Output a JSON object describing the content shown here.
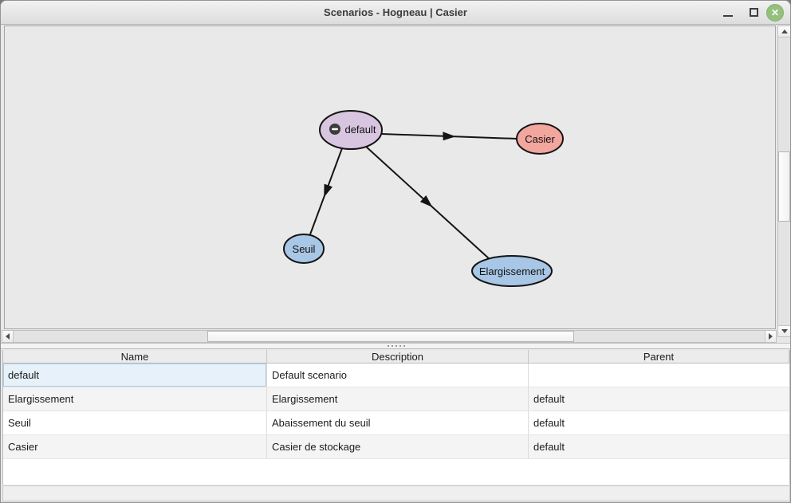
{
  "window": {
    "title": "Scenarios - Hogneau | Casier",
    "controls": {
      "minimize_icon": "minimize-icon",
      "maximize_icon": "maximize-icon",
      "close_icon": "close-icon",
      "close_color": "#93c07d"
    }
  },
  "graph": {
    "background": "#e9e9e9",
    "nodes": [
      {
        "id": "default",
        "label": "default",
        "color": "#d8c5e0",
        "icon": "collapse-minus-icon"
      },
      {
        "id": "casier",
        "label": "Casier",
        "color": "#f2a69e"
      },
      {
        "id": "seuil",
        "label": "Seuil",
        "color": "#a8c6e5"
      },
      {
        "id": "elargissement",
        "label": "Elargissement",
        "color": "#a8c6e5"
      }
    ],
    "edges": [
      {
        "from": "default",
        "to": "casier"
      },
      {
        "from": "default",
        "to": "seuil"
      },
      {
        "from": "default",
        "to": "elargissement"
      }
    ]
  },
  "table": {
    "columns": [
      "Name",
      "Description",
      "Parent"
    ],
    "selection_color": "#e6f1f9",
    "rows": [
      {
        "name": "default",
        "description": "Default scenario",
        "parent": "",
        "selected": true
      },
      {
        "name": "Elargissement",
        "description": "Elargissement",
        "parent": "default",
        "selected": false
      },
      {
        "name": "Seuil",
        "description": "Abaissement du seuil",
        "parent": "default",
        "selected": false
      },
      {
        "name": "Casier",
        "description": "Casier de stockage",
        "parent": "default",
        "selected": false
      }
    ]
  }
}
